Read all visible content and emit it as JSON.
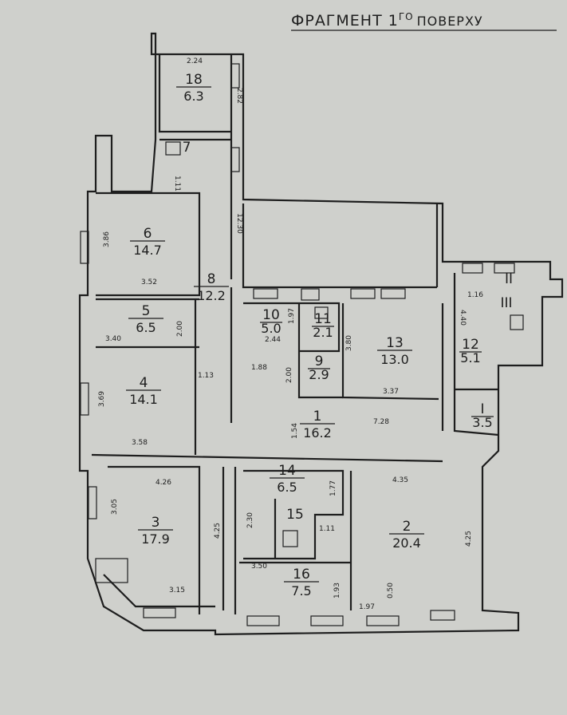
{
  "title": {
    "main": "ФРАГМЕНТ 1",
    "sup": "ГО",
    "rest": "ПОВЕРХУ"
  },
  "rooms": [
    {
      "id": "18",
      "num": "18",
      "area": "6.3"
    },
    {
      "id": "7",
      "num": "7",
      "area": ""
    },
    {
      "id": "6",
      "num": "6",
      "area": "14.7"
    },
    {
      "id": "8",
      "num": "8",
      "area": "12.2"
    },
    {
      "id": "5",
      "num": "5",
      "area": "6.5"
    },
    {
      "id": "4",
      "num": "4",
      "area": "14.1"
    },
    {
      "id": "10",
      "num": "10",
      "area": "5.0"
    },
    {
      "id": "11",
      "num": "11",
      "area": "2.1"
    },
    {
      "id": "9",
      "num": "9",
      "area": "2.9"
    },
    {
      "id": "13",
      "num": "13",
      "area": "13.0"
    },
    {
      "id": "1",
      "num": "1",
      "area": "16.2"
    },
    {
      "id": "12",
      "num": "12",
      "area": "5.1"
    },
    {
      "id": "I",
      "num": "I",
      "area": "3.5"
    },
    {
      "id": "II",
      "num": "II",
      "area": ""
    },
    {
      "id": "III",
      "num": "III",
      "area": ""
    },
    {
      "id": "3",
      "num": "3",
      "area": "17.9"
    },
    {
      "id": "14",
      "num": "14",
      "area": "6.5"
    },
    {
      "id": "15",
      "num": "15",
      "area": ""
    },
    {
      "id": "2",
      "num": "2",
      "area": "20.4"
    },
    {
      "id": "16",
      "num": "16",
      "area": "7.5"
    }
  ],
  "dimensions": [
    "2.24",
    "2.82",
    "1.11",
    "12.30",
    "3.86",
    "3.52",
    "2.00",
    "3.40",
    "1.13",
    "3.69",
    "3.58",
    "1.97",
    "2.44",
    "1.88",
    "2.00",
    "3.80",
    "3.37",
    "1.54",
    "7.28",
    "1.16",
    "4.40",
    "4.26",
    "3.05",
    "4.25",
    "3.15",
    "1.77",
    "2.30",
    "1.11",
    "4.35",
    "4.25",
    "3.50",
    "1.93",
    "1.97",
    "0.50"
  ]
}
